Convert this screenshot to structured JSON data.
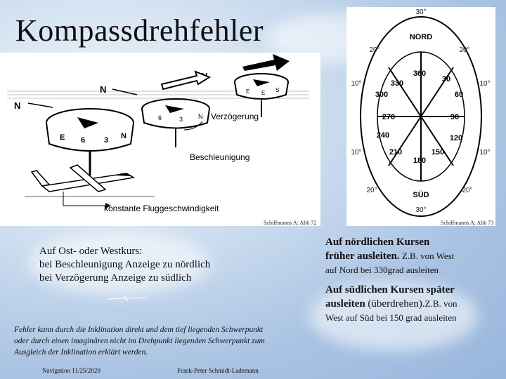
{
  "slide": {
    "title": "Kompassdrehfehler",
    "figure_left": {
      "labels": {
        "n_left": "N",
        "n_mid": "N",
        "n_right": "N",
        "delay": "Verzögerung",
        "accel": "Beschleunigung",
        "const": "konstante Fluggeschwindigkeit"
      },
      "caption": "Schiffmanns A: Abb 72"
    },
    "figure_right": {
      "labels": {
        "nord": "NORD",
        "sued": "SÜD",
        "scale": [
          "30°",
          "20°",
          "10°",
          "10°",
          "20°",
          "30°"
        ],
        "headings": [
          "360",
          "330",
          "300",
          "270",
          "240",
          "210",
          "180",
          "150",
          "120",
          "90",
          "60",
          "30"
        ]
      },
      "caption": "Schiffmanns A: Abb 73"
    },
    "left_text": {
      "line1": "Auf Ost- oder Westkurs:",
      "line2": "bei Beschleunigung Anzeige zu nördlich",
      "line3": "bei Verzögerung Anzeige zu südlich"
    },
    "right_text": {
      "north_bold_1": "Auf nördlichen Kursen",
      "north_bold_2": "früher ausleiten.",
      "north_normal_2": " Z.B. von West",
      "north_normal_3": "auf Nord bei 330grad ausleiten",
      "south_bold_1": "Auf südlichen Kursen später",
      "south_bold_2": "ausleiten",
      "south_normal_2": " (überdrehen).",
      "south_small_2": "Z.B. von",
      "south_small_3": "West auf Süd bei 150 grad ausleiten"
    },
    "italic_note": {
      "line1": "Fehler kann durch die Inklination direkt und dem tief liegenden Schwerpunkt",
      "line2": "oder durch einen imaginären nicht im Drehpunkt liegenden Schwerpunkt zum",
      "line3": "Ausgleich der Inklination erklärt werden."
    },
    "footer": {
      "left": "Navigation 11/25/2020",
      "center": "Frank-Peter Schmidt-Lademann"
    }
  }
}
